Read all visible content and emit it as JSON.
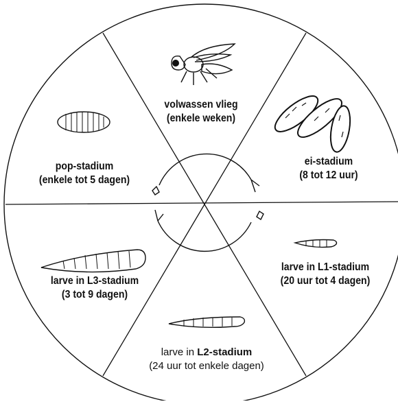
{
  "stages": {
    "adult": {
      "name": "volwassen vlieg",
      "duration": "(enkele weken)"
    },
    "egg": {
      "name": "ei-stadium",
      "duration": "(8 tot 12 uur)"
    },
    "l1": {
      "name": "larve in L1-stadium",
      "duration": "(20 uur tot 4 dagen)"
    },
    "l2": {
      "name_prefix": "larve in ",
      "name_stage": "L2-stadium",
      "duration": "(24 uur tot enkele dagen)"
    },
    "l3": {
      "name": "larve in L3-stadium",
      "duration": "(3 tot 9 dagen)"
    },
    "pupa": {
      "name": "pop-stadium",
      "duration": "(enkele tot 5 dagen)"
    }
  },
  "icons": [
    "fly-icon",
    "egg-cluster-icon",
    "larva-l1-icon",
    "larva-l2-icon",
    "larva-l3-icon",
    "pupa-icon"
  ],
  "colors": {
    "ink": "#111111",
    "background": "#ffffff"
  }
}
